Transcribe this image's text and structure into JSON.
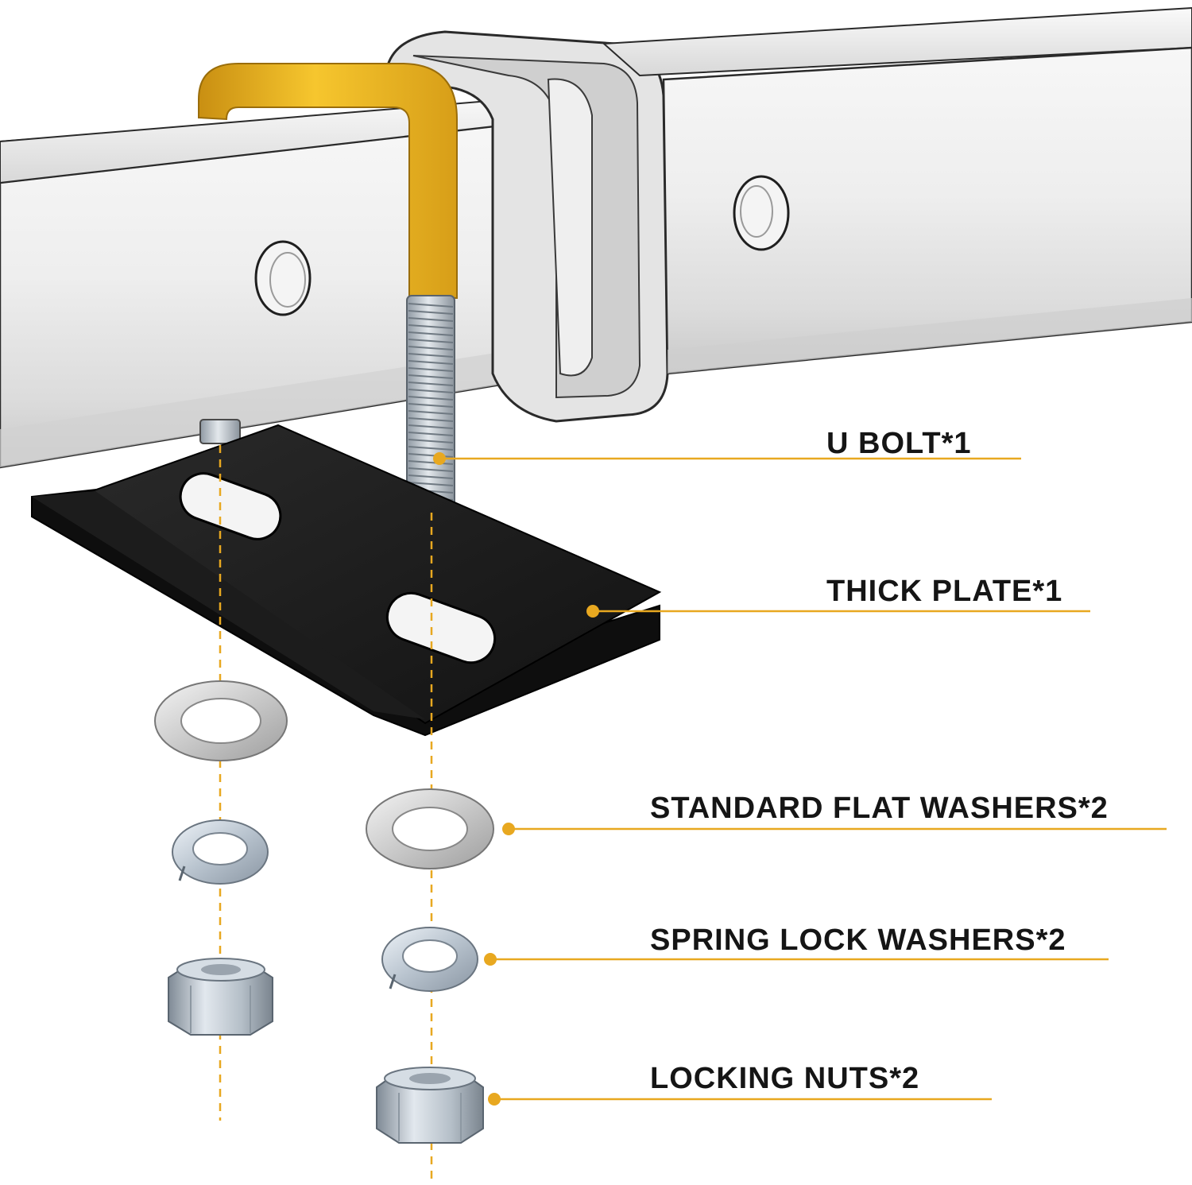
{
  "colors": {
    "accent_yellow": "#E8A820",
    "coating_yellow": "#F2BE22",
    "plate_black": "#1B1B1B",
    "zinc_silver": "#BFC7CF",
    "steel_light": "#ECEDEE",
    "outline": "#2A2A2A"
  },
  "parts": [
    {
      "key": "u_bolt",
      "label": "U BOLT*1"
    },
    {
      "key": "thick_plate",
      "label": "THICK PLATE*1"
    },
    {
      "key": "flat_washers",
      "label": "STANDARD FLAT WASHERS*2"
    },
    {
      "key": "spring_washers",
      "label": "SPRING LOCK WASHERS*2"
    },
    {
      "key": "locking_nuts",
      "label": "LOCKING NUTS*2"
    }
  ]
}
